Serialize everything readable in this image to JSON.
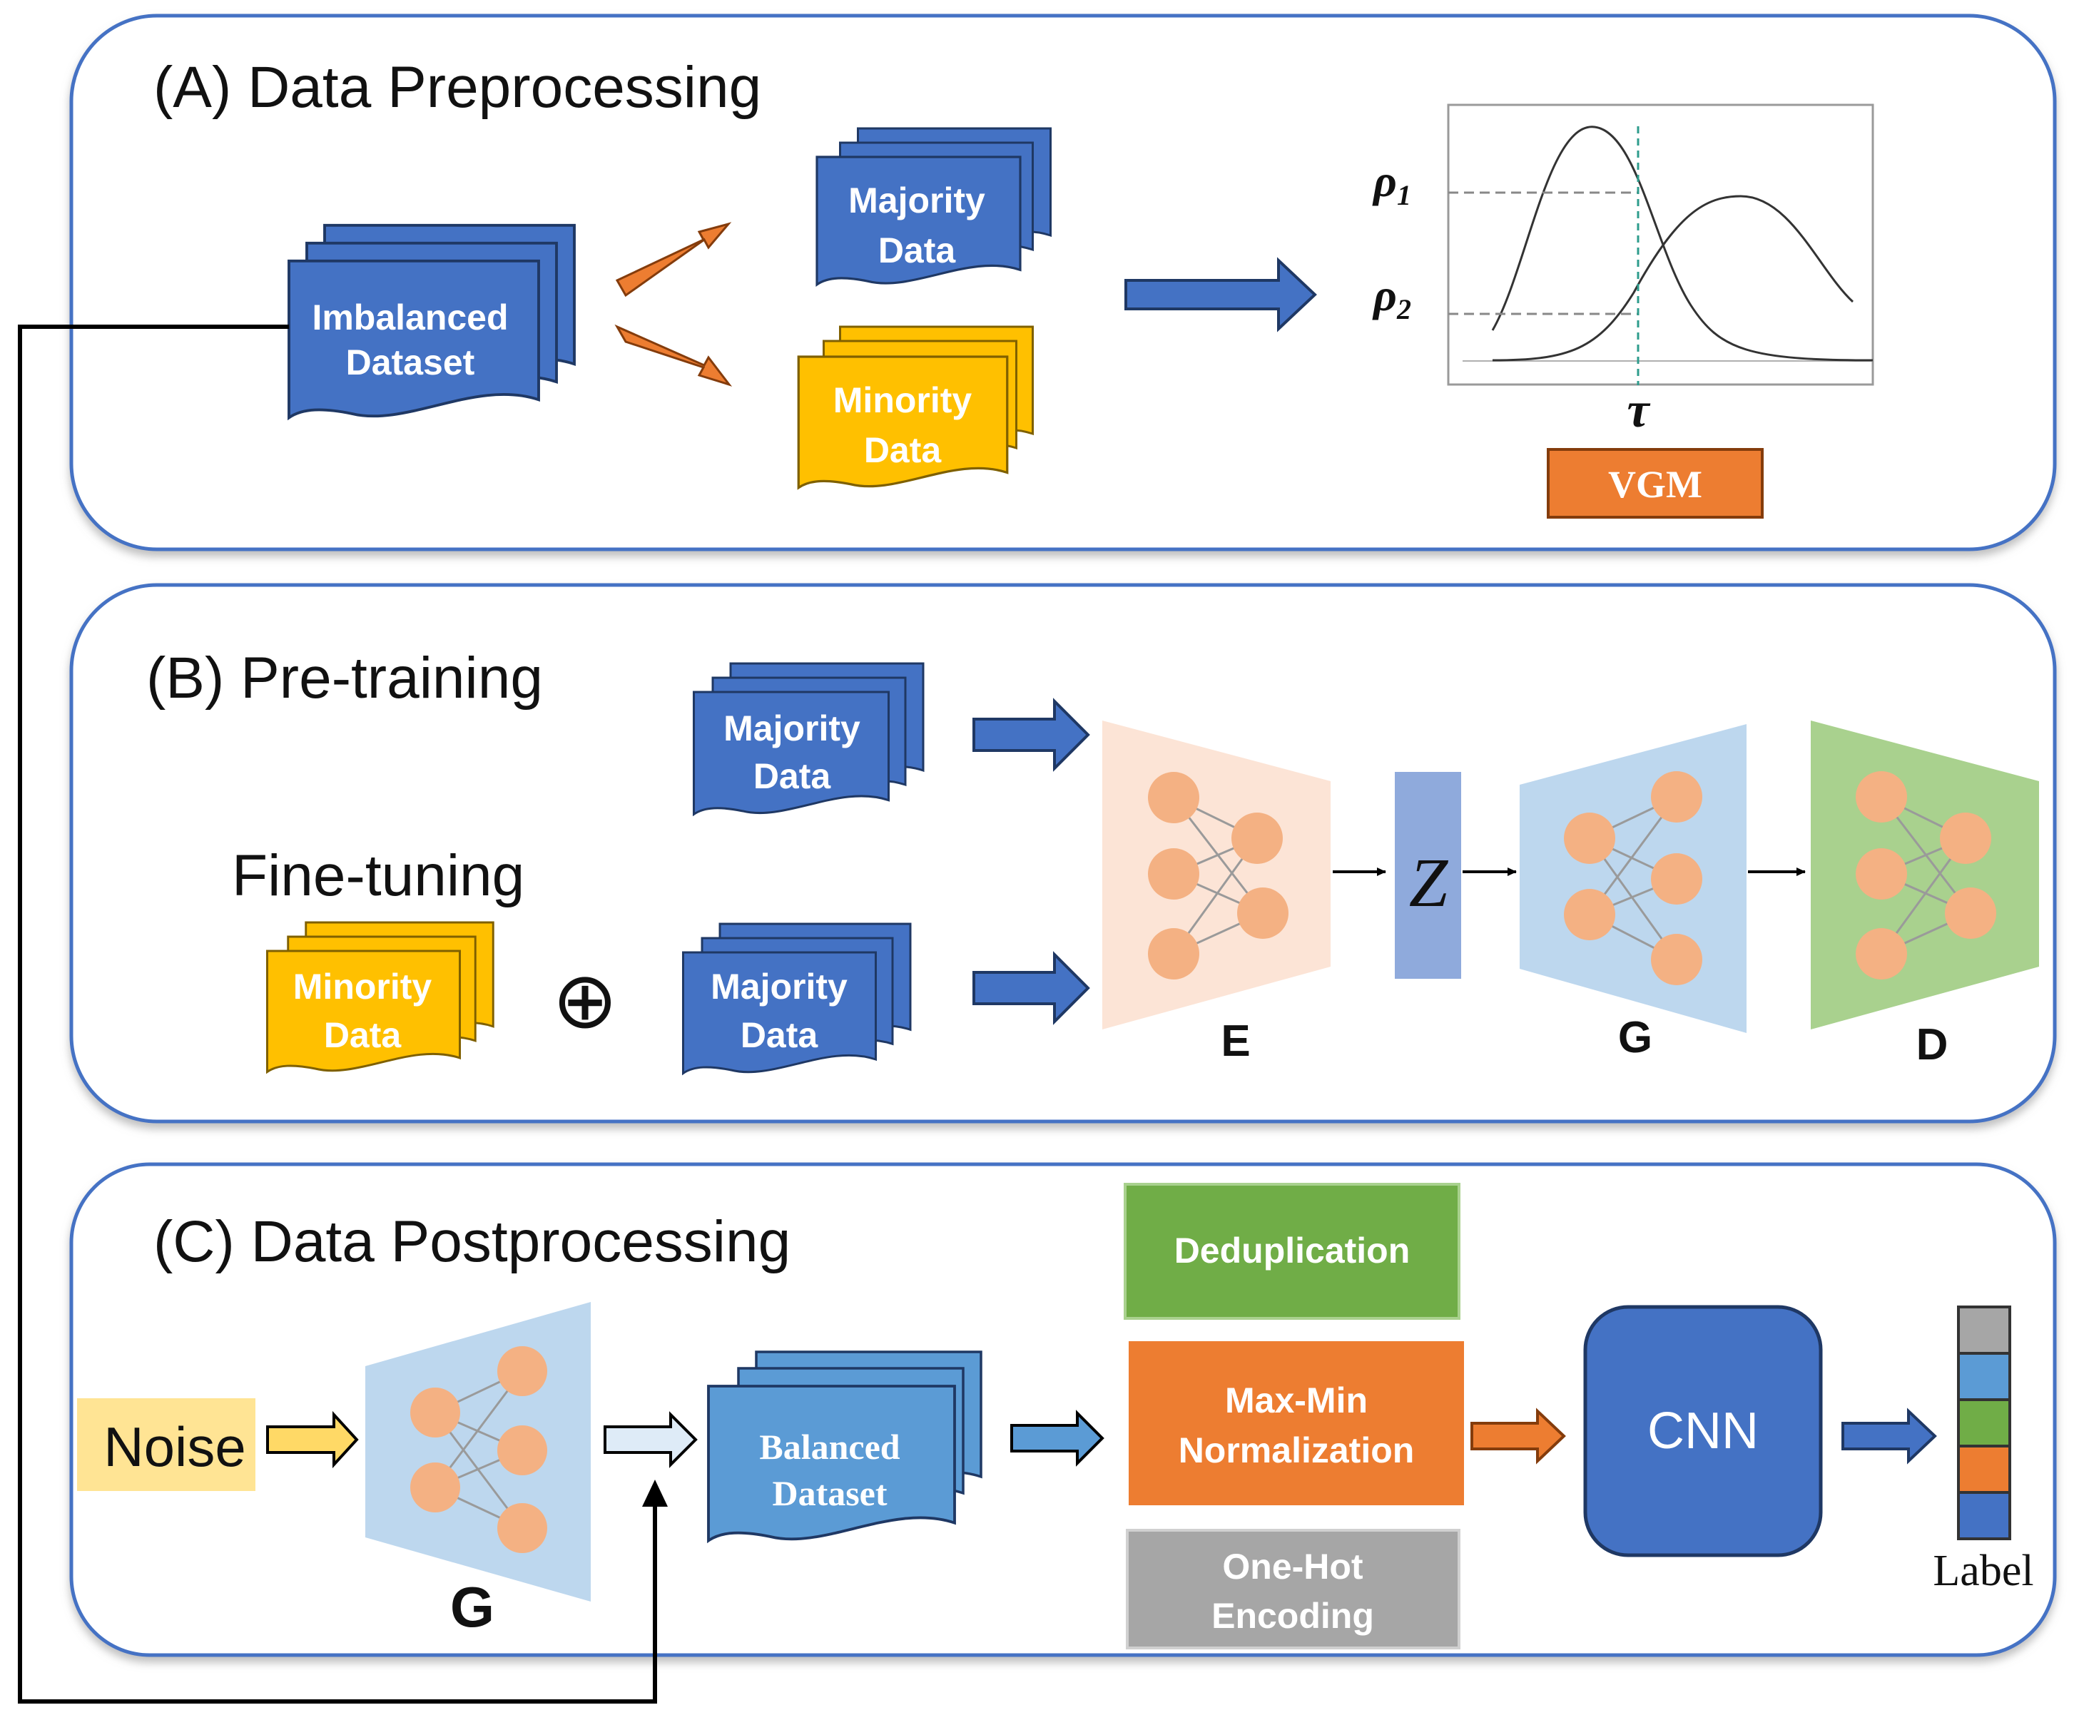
{
  "panels": {
    "a_title": "(A) Data Preprocessing",
    "b_title": "(B) Pre-training",
    "b_subtitle": "Fine-tuning",
    "c_title": "(C) Data Postprocessing"
  },
  "panel_a": {
    "imbalanced": [
      "Imbalanced",
      "Dataset"
    ],
    "majority": [
      "Majority",
      "Data"
    ],
    "minority": [
      "Minority",
      "Data"
    ],
    "vgm_label": "VGM",
    "rho1": "ρ",
    "rho1_sub": "1",
    "rho2": "ρ",
    "rho2_sub": "2",
    "tau": "τ"
  },
  "panel_b": {
    "majority_top": [
      "Majority",
      "Data"
    ],
    "minority": [
      "Minority",
      "Data"
    ],
    "majority_bottom": [
      "Majority",
      "Data"
    ],
    "oplus": "⊕",
    "latent": "Z",
    "encoder": "E",
    "generator": "G",
    "discriminator": "D"
  },
  "panel_c": {
    "noise": "Noise",
    "generator": "G",
    "balanced": [
      "Balanced",
      "Dataset"
    ],
    "dedup": "Deduplication",
    "maxmin": [
      "Max-Min",
      "Normalization"
    ],
    "onehot": [
      "One-Hot",
      "Encoding"
    ],
    "cnn": "CNN",
    "label": "Label"
  },
  "colors": {
    "panel_border": "#4472C4",
    "doc_blue": "#4472C4",
    "doc_yellow": "#FFC000",
    "arrow_orange": "#ED7D31",
    "encoder_fill": "#FCE4D6",
    "generator_fill": "#BDD7EE",
    "discriminator_fill": "#A9D18E",
    "latent_fill": "#8FAADC",
    "node": "#F4B183",
    "dedup": "#70AD47",
    "maxmin": "#ED7D31",
    "onehot": "#A6A6A6",
    "noise": "#FFD966",
    "balanced": "#5B9BD5",
    "label_stack": [
      "#A6A6A6",
      "#5B9BD5",
      "#70AD47",
      "#ED7D31",
      "#4472C4"
    ]
  }
}
